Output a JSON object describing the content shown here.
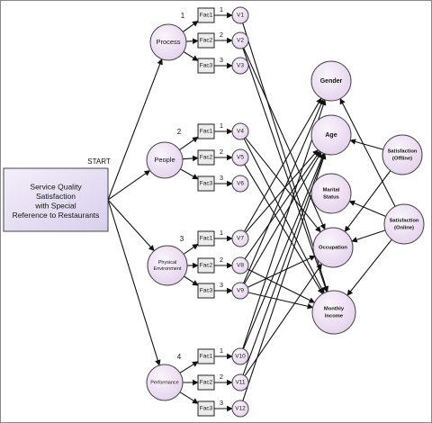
{
  "start_label": "START",
  "start_box": {
    "lines": [
      "Service Quality",
      "Satisfaction",
      "with Special",
      "Reference to Restaurants"
    ]
  },
  "dimensions": [
    {
      "id": "process",
      "label": "Process"
    },
    {
      "id": "people",
      "label": "People"
    },
    {
      "id": "physical",
      "label_lines": [
        "Physical",
        "Environment"
      ]
    },
    {
      "id": "performance",
      "label": "Performance"
    }
  ],
  "path_weights": [
    "1",
    "2",
    "3",
    "4"
  ],
  "factors": [
    {
      "dim": 0,
      "label": "Fac1",
      "weight": "1",
      "var": "V1"
    },
    {
      "dim": 0,
      "label": "Fac2",
      "weight": "2",
      "var": "V2"
    },
    {
      "dim": 0,
      "label": "Fac3",
      "weight": "3",
      "var": "V3"
    },
    {
      "dim": 1,
      "label": "Fac1",
      "weight": "1",
      "var": "V4"
    },
    {
      "dim": 1,
      "label": "Fac2",
      "weight": "2",
      "var": "V5"
    },
    {
      "dim": 1,
      "label": "Fac3",
      "weight": "3",
      "var": "V6"
    },
    {
      "dim": 2,
      "label": "Fac1",
      "weight": "1",
      "var": "V7"
    },
    {
      "dim": 2,
      "label": "Fac2",
      "weight": "2",
      "var": "V8"
    },
    {
      "dim": 2,
      "label": "Fac3",
      "weight": "3",
      "var": "V9"
    },
    {
      "dim": 3,
      "label": "Fac1",
      "weight": "1",
      "var": "V10"
    },
    {
      "dim": 3,
      "label": "Fac2",
      "weight": "2",
      "var": "V11"
    },
    {
      "dim": 3,
      "label": "Fac3",
      "weight": "3",
      "var": "V12"
    }
  ],
  "demographics": [
    {
      "id": "gender",
      "lines": [
        "Gender"
      ]
    },
    {
      "id": "age",
      "lines": [
        "Age"
      ]
    },
    {
      "id": "marital",
      "lines": [
        "Marital",
        "Status"
      ]
    },
    {
      "id": "occupation",
      "lines": [
        "Occupation"
      ]
    },
    {
      "id": "income",
      "lines": [
        "Monthly",
        "Income"
      ]
    }
  ],
  "satisfaction": [
    {
      "id": "offline",
      "lines": [
        "Satisfaction",
        "(Offline)"
      ]
    },
    {
      "id": "online",
      "lines": [
        "Satisfaction",
        "(Online)"
      ]
    }
  ],
  "var_links": [
    [
      1,
      "income"
    ],
    [
      2,
      "occupation"
    ],
    [
      2,
      "income"
    ],
    [
      4,
      "income"
    ],
    [
      4,
      "occupation"
    ],
    [
      5,
      "income"
    ],
    [
      7,
      "gender"
    ],
    [
      7,
      "age"
    ],
    [
      8,
      "age"
    ],
    [
      8,
      "income"
    ],
    [
      9,
      "gender"
    ],
    [
      9,
      "age"
    ],
    [
      9,
      "occupation"
    ],
    [
      9,
      "income"
    ],
    [
      10,
      "gender"
    ],
    [
      10,
      "age"
    ],
    [
      11,
      "age"
    ],
    [
      11,
      "occupation"
    ],
    [
      12,
      "age"
    ]
  ],
  "sat_links": [
    [
      "offline",
      "age"
    ],
    [
      "offline",
      "occupation"
    ],
    [
      "online",
      "gender"
    ],
    [
      "online",
      "marital"
    ],
    [
      "online",
      "occupation"
    ],
    [
      "online",
      "income"
    ]
  ],
  "colors": {
    "node": "#e8d8ee",
    "start_box": "#e2dcf0",
    "line": "#111111"
  }
}
